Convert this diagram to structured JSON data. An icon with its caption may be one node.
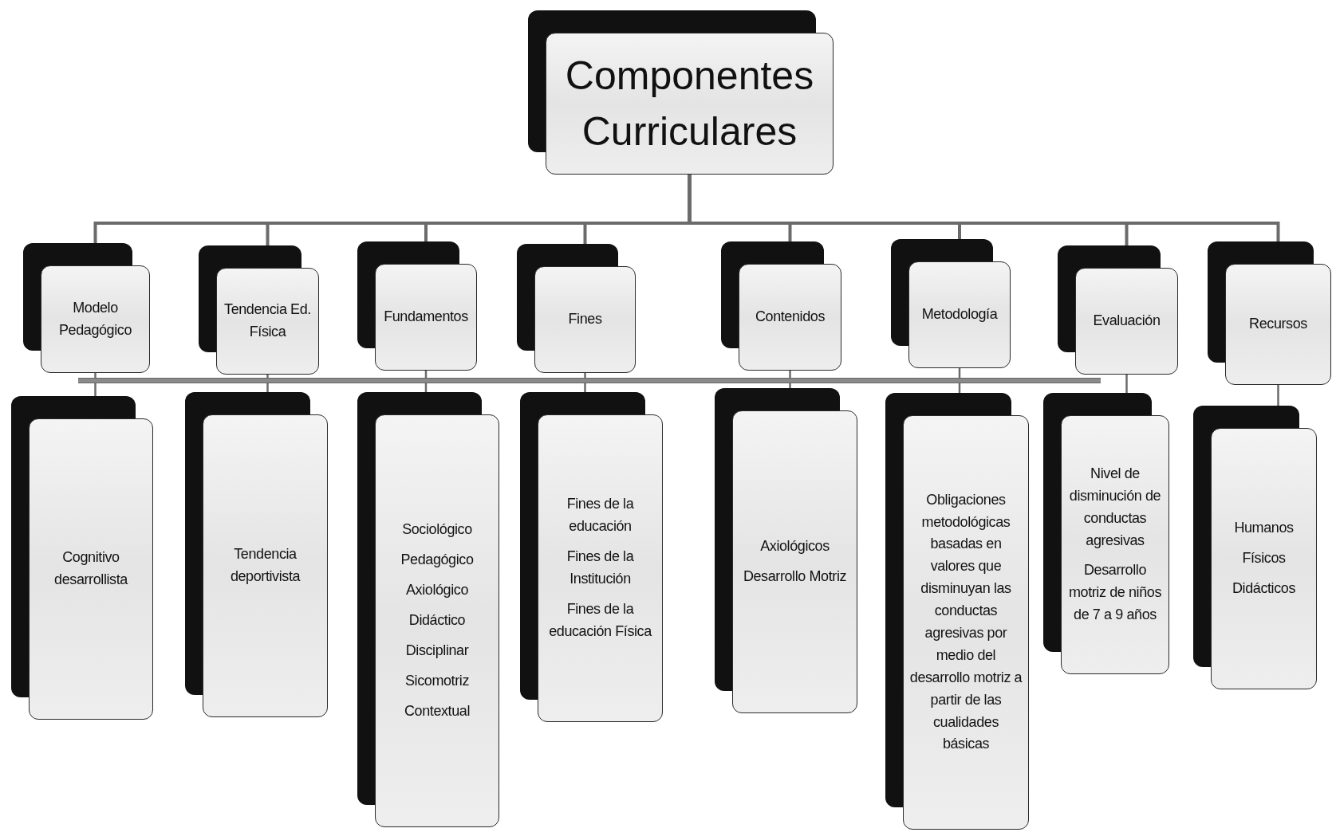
{
  "diagram": {
    "nodes": [
      {
        "text": [
          "Componentes Curriculares"
        ]
      },
      {
        "text": [
          "Modelo Pedagógico"
        ]
      },
      {
        "text": [
          "Tendencia Ed. Física"
        ]
      },
      {
        "text": [
          "Fundamentos"
        ]
      },
      {
        "text": [
          "Fines"
        ]
      },
      {
        "text": [
          "Contenidos"
        ]
      },
      {
        "text": [
          "Metodología"
        ]
      },
      {
        "text": [
          "Evaluación"
        ]
      },
      {
        "text": [
          "Recursos"
        ]
      },
      {
        "text": [
          "Cognitivo desarrollista"
        ]
      },
      {
        "text": [
          "Tendencia deportivista"
        ]
      },
      {
        "text": [
          "Sociológico",
          "Pedagógico",
          "Axiológico",
          "Didáctico",
          "Disciplinar",
          "Sicomotriz",
          "Contextual"
        ]
      },
      {
        "text": [
          "Fines de la educación",
          "Fines de la Institución",
          "Fines de la educación Física"
        ]
      },
      {
        "text": [
          "Axiológicos",
          "Desarrollo Motriz"
        ]
      },
      {
        "text": [
          "Obligaciones metodológicas basadas en valores que disminuyan las conductas agresivas por medio del desarrollo motriz a partir de las cualidades básicas"
        ]
      },
      {
        "text": [
          "Nivel de disminución de conductas agresivas",
          "Desarrollo motriz de niños de 7 a 9 años"
        ]
      },
      {
        "text": [
          "Humanos",
          "Físicos",
          "Didácticos"
        ]
      },
      {
        "text": [],
        "shape": "bar"
      }
    ],
    "edges": [
      {
        "from": 0,
        "to": 1,
        "arrow": "none"
      },
      {
        "from": 0,
        "to": 2,
        "arrow": "none"
      },
      {
        "from": 0,
        "to": 3,
        "arrow": "none"
      },
      {
        "from": 0,
        "to": 4,
        "arrow": "none"
      },
      {
        "from": 0,
        "to": 5,
        "arrow": "none"
      },
      {
        "from": 0,
        "to": 6,
        "arrow": "none"
      },
      {
        "from": 0,
        "to": 7,
        "arrow": "none"
      },
      {
        "from": 0,
        "to": 8,
        "arrow": "none"
      },
      {
        "from": 1,
        "to": 9,
        "arrow": "none"
      },
      {
        "from": 2,
        "to": 10,
        "arrow": "none"
      },
      {
        "from": 3,
        "to": 11,
        "arrow": "none"
      },
      {
        "from": 4,
        "to": 12,
        "arrow": "none"
      },
      {
        "from": 5,
        "to": 13,
        "arrow": "none"
      },
      {
        "from": 6,
        "to": 14,
        "arrow": "none"
      },
      {
        "from": 7,
        "to": 15,
        "arrow": "none"
      },
      {
        "from": 8,
        "to": 16,
        "arrow": "none"
      }
    ]
  }
}
